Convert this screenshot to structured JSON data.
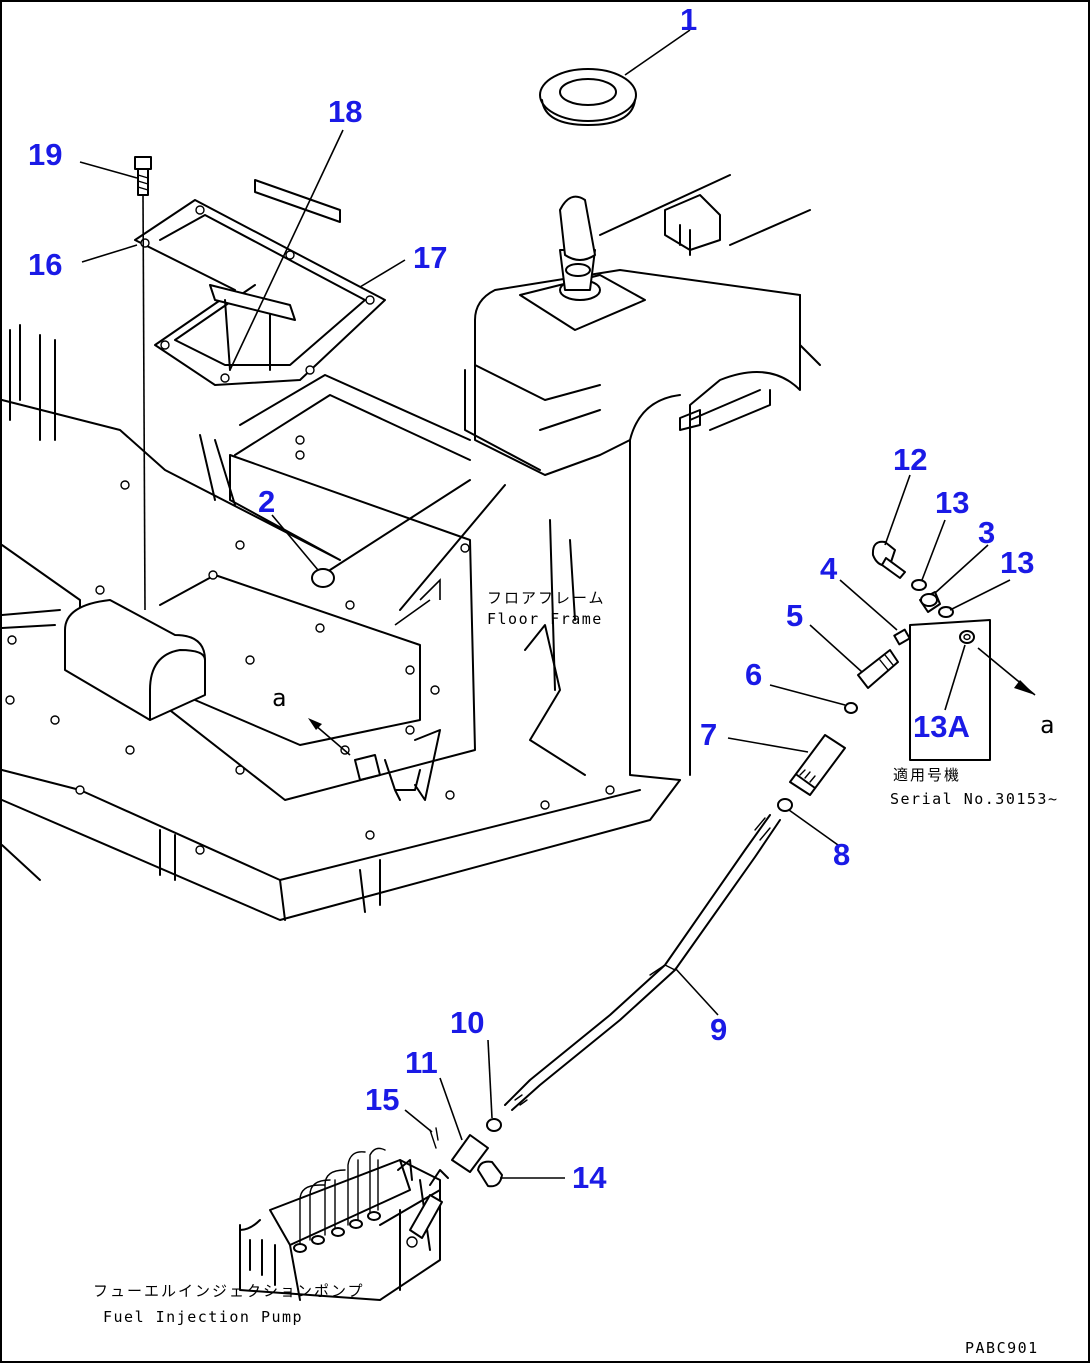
{
  "part_numbers": {
    "p1": "1",
    "p2": "2",
    "p3": "3",
    "p4": "4",
    "p5": "5",
    "p6": "6",
    "p7": "7",
    "p8": "8",
    "p9": "9",
    "p10": "10",
    "p11": "11",
    "p12": "12",
    "p13a": "13",
    "p13b": "13",
    "p13A": "13A",
    "p14": "14",
    "p15": "15",
    "p16": "16",
    "p17": "17",
    "p18": "18",
    "p19": "19"
  },
  "labels": {
    "floor_frame_jp": "フロアフレーム",
    "floor_frame_en": "Floor Frame",
    "view_a_left": "a",
    "view_a_right": "a",
    "serial_jp": "適用号機",
    "serial_en": "Serial No.30153~",
    "fuel_pump_jp": "フューエルインジェクションポンプ",
    "fuel_pump_en": "Fuel Injection Pump",
    "drawing_code": "PABC901"
  },
  "colors": {
    "callout": "#1a1ae6",
    "line": "#000000",
    "background": "#ffffff"
  }
}
